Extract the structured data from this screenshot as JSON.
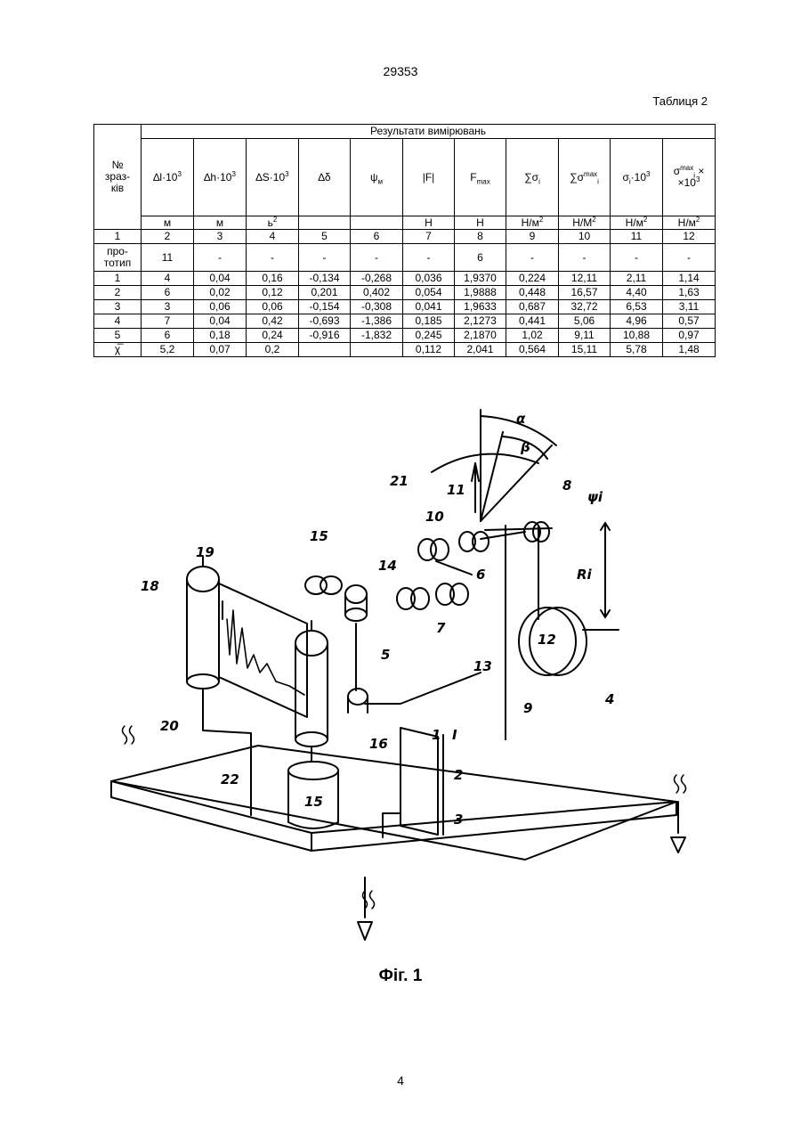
{
  "doc_number": "29353",
  "table_caption": "Таблиця 2",
  "table": {
    "sample_header": [
      "№",
      "зраз-",
      "ків"
    ],
    "group_header": "Результати вимірювань",
    "symbols": [
      "∆l·10",
      "∆h·10",
      "∆S·10",
      "∆δ",
      "ψм",
      "|F|",
      "Fmax",
      "∑σi",
      "∑σimax",
      "σi·10",
      "σimax ×",
      "×10"
    ],
    "sym_parts": {
      "c1": {
        "base": "∆l·10",
        "sup": "3"
      },
      "c2": {
        "base": "∆h·10",
        "sup": "3"
      },
      "c3": {
        "base": "∆S·10",
        "sup": "3"
      },
      "c4": {
        "base": "∆δ"
      },
      "c5": {
        "base": "ψ",
        "sub": "м"
      },
      "c6": {
        "base": "|F|"
      },
      "c7": {
        "base": "F",
        "sub": "max"
      },
      "c8": {
        "base": "∑σ",
        "sub": "i"
      },
      "c9": {
        "base": "∑σ",
        "sup": "max",
        "sub": "i"
      },
      "c10": {
        "base": "σ",
        "sub": "i",
        "tail": "·10",
        "sup": "3"
      },
      "c11": {
        "base": "σ",
        "sup": "max",
        "sub": "i",
        "tail": " ×",
        "line2": "×10",
        "sup2": "3"
      }
    },
    "units": [
      {
        "base": "м"
      },
      {
        "base": "м"
      },
      {
        "base": "ь",
        "sup": "2"
      },
      {
        "base": ""
      },
      {
        "base": ""
      },
      {
        "base": "Н"
      },
      {
        "base": "Н"
      },
      {
        "base": "Н/м",
        "sup": "2"
      },
      {
        "base": "Н/М",
        "sup": "2"
      },
      {
        "base": "Н/м",
        "sup": "2"
      },
      {
        "base": "Н/м",
        "sup": "2"
      }
    ],
    "column_numbers": [
      "1",
      "2",
      "3",
      "4",
      "5",
      "6",
      "7",
      "8",
      "9",
      "10",
      "11",
      "12"
    ],
    "rows": [
      [
        "1",
        "4",
        "0,04",
        "0,16",
        "-0,134",
        "-0,268",
        "0,036",
        "1,9370",
        "0,224",
        "12,11",
        "2,11",
        "1,14"
      ],
      [
        "2",
        "6",
        "0,02",
        "0,12",
        "0,201",
        "0,402",
        "0,054",
        "1,9888",
        "0,448",
        "16,57",
        "4,40",
        "1,63"
      ],
      [
        "3",
        "3",
        "0,06",
        "0,06",
        "-0,154",
        "-0,308",
        "0,041",
        "1,9633",
        "0,687",
        "32,72",
        "6,53",
        "3,11"
      ],
      [
        "4",
        "7",
        "0,04",
        "0,42",
        "-0,693",
        "-1,386",
        "0,185",
        "2,1273",
        "0,441",
        "5,06",
        "4,96",
        "0,57"
      ],
      [
        "5",
        "6",
        "0,18",
        "0,24",
        "-0,916",
        "-1,832",
        "0,245",
        "2,1870",
        "1,02",
        "9,11",
        "10,88",
        "0,97"
      ],
      [
        "χ̅",
        "5,2",
        "0,07",
        "0,2",
        "",
        "",
        "0,112",
        "2,041",
        "0,564",
        "15,11",
        "5,78",
        "1,48"
      ]
    ],
    "prototype_label": [
      "про-",
      "тотип"
    ],
    "prototype_row": [
      "11",
      "-",
      "-",
      "-",
      "-",
      "-",
      "6",
      "-",
      "-",
      "-",
      "-"
    ]
  },
  "figure": {
    "labels": {
      "l1": "1",
      "l2": "2",
      "l3": "3",
      "l4": "4",
      "l5": "5",
      "l6": "6",
      "l7": "7",
      "l8": "8",
      "l9": "9",
      "l10": "10",
      "l11": "11",
      "l12": "12",
      "l13": "13",
      "l14": "14",
      "l15a": "15",
      "l15b": "15",
      "l16": "16",
      "l18": "18",
      "l19": "19",
      "l20": "20",
      "l21": "21",
      "l22": "22",
      "alpha": "α",
      "beta": "β",
      "psi": "ψi",
      "radius": "Ri",
      "roman": "I"
    }
  },
  "figure_caption": "Фіг. 1",
  "page_number": "4"
}
